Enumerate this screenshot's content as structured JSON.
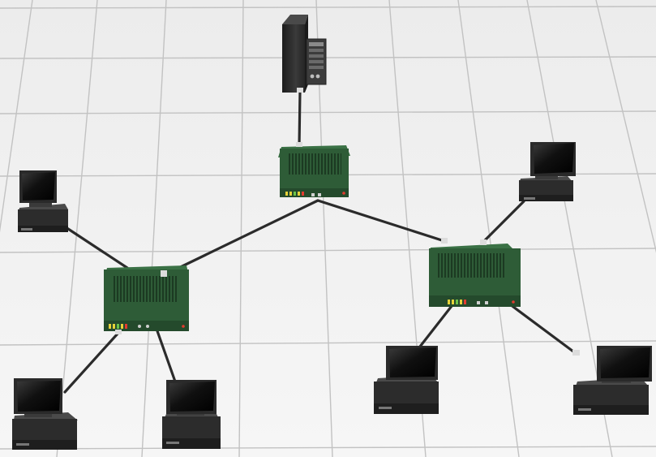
{
  "scene": {
    "floor_color": "#f1f1f1",
    "grid_line_color": "#bdbdbd",
    "cable_color": "#2b2b2b",
    "hub_color": "#2d5a36",
    "hub_top_color": "#3a7145",
    "computer_color": "#2c2c2c",
    "screen_color": "#141414",
    "led_colors": [
      "#e6d23a",
      "#6cc24a",
      "#e33b2f"
    ]
  },
  "devices": [
    {
      "id": "server",
      "type": "server-tower",
      "icon": "server-icon"
    },
    {
      "id": "hub-center",
      "type": "network-hub",
      "icon": "network-hub-icon"
    },
    {
      "id": "hub-left",
      "type": "network-hub",
      "icon": "network-hub-icon"
    },
    {
      "id": "hub-right",
      "type": "network-hub",
      "icon": "network-hub-icon"
    },
    {
      "id": "pc-left-top",
      "type": "computer",
      "icon": "computer-icon"
    },
    {
      "id": "pc-left-bottom-1",
      "type": "computer",
      "icon": "computer-icon"
    },
    {
      "id": "pc-left-bottom-2",
      "type": "computer",
      "icon": "computer-icon"
    },
    {
      "id": "pc-right-top",
      "type": "computer",
      "icon": "computer-icon"
    },
    {
      "id": "pc-right-bottom-1",
      "type": "computer",
      "icon": "computer-icon"
    },
    {
      "id": "pc-right-bottom-2",
      "type": "computer",
      "icon": "computer-icon"
    }
  ],
  "links": [
    [
      "server",
      "hub-center"
    ],
    [
      "hub-center",
      "hub-left"
    ],
    [
      "hub-center",
      "hub-right"
    ],
    [
      "hub-left",
      "pc-left-top"
    ],
    [
      "hub-left",
      "pc-left-bottom-1"
    ],
    [
      "hub-left",
      "pc-left-bottom-2"
    ],
    [
      "hub-right",
      "pc-right-top"
    ],
    [
      "hub-right",
      "pc-right-bottom-1"
    ],
    [
      "hub-right",
      "pc-right-bottom-2"
    ]
  ]
}
